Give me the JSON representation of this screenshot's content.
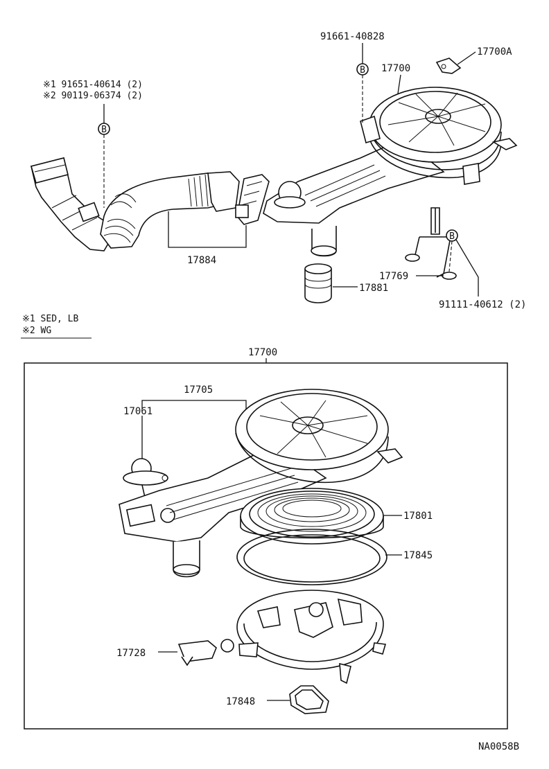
{
  "labels": {
    "p91661_40828": "91661-40828",
    "p17700a": "17700A",
    "p17700_top": "17700",
    "note_line1": "※1  91651-40614 (2)",
    "note_line2": "※2  90119-06374 (2)",
    "bolt_symbol": "B",
    "p17884": "17884",
    "p17769": "17769",
    "p17881": "17881",
    "p91111_40612": "91111-40612 (2)",
    "legend_line1": "※1  SED, LB",
    "legend_line2": "※2  WG",
    "p17700_box": "17700",
    "p17705": "17705",
    "p17061": "17061",
    "p17801": "17801",
    "p17845": "17845",
    "p17728": "17728",
    "p17848": "17848",
    "diagram_code": "NA0058B"
  }
}
